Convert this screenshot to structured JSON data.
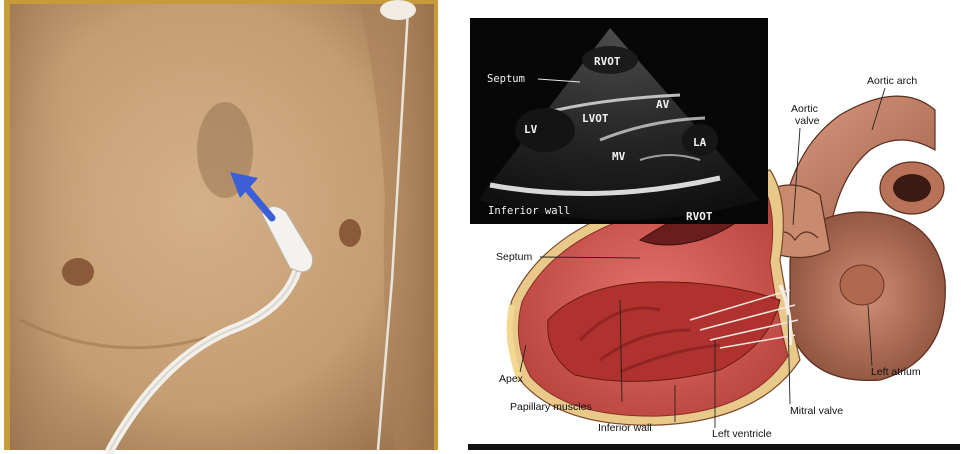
{
  "ultrasound_labels": {
    "septum": "Septum",
    "rvot": "RVOT",
    "lv": "LV",
    "lvot": "LVOT",
    "av": "AV",
    "la": "LA",
    "mv": "MV",
    "inferior_wall": "Inferior wall"
  },
  "anatomy_labels": {
    "aortic_arch": "Aortic arch",
    "aortic_valve_line1": "Aortic",
    "aortic_valve_line2": "valve",
    "rvot": "RVOT",
    "septum": "Septum",
    "apex": "Apex",
    "papillary_muscles": "Papillary muscles",
    "inferior_wall": "Inferior wall",
    "left_ventricle": "Left ventricle",
    "mitral_valve": "Mitral valve",
    "left_atrium": "Left atrium"
  },
  "colors": {
    "photo_frame": "#c89b3a",
    "skin": "#c8a27a",
    "probe_arrow": "#3c5fd8",
    "ultrasound_bg": "#070707",
    "myocardium": "#d9605a",
    "aorta": "#c8826a"
  }
}
